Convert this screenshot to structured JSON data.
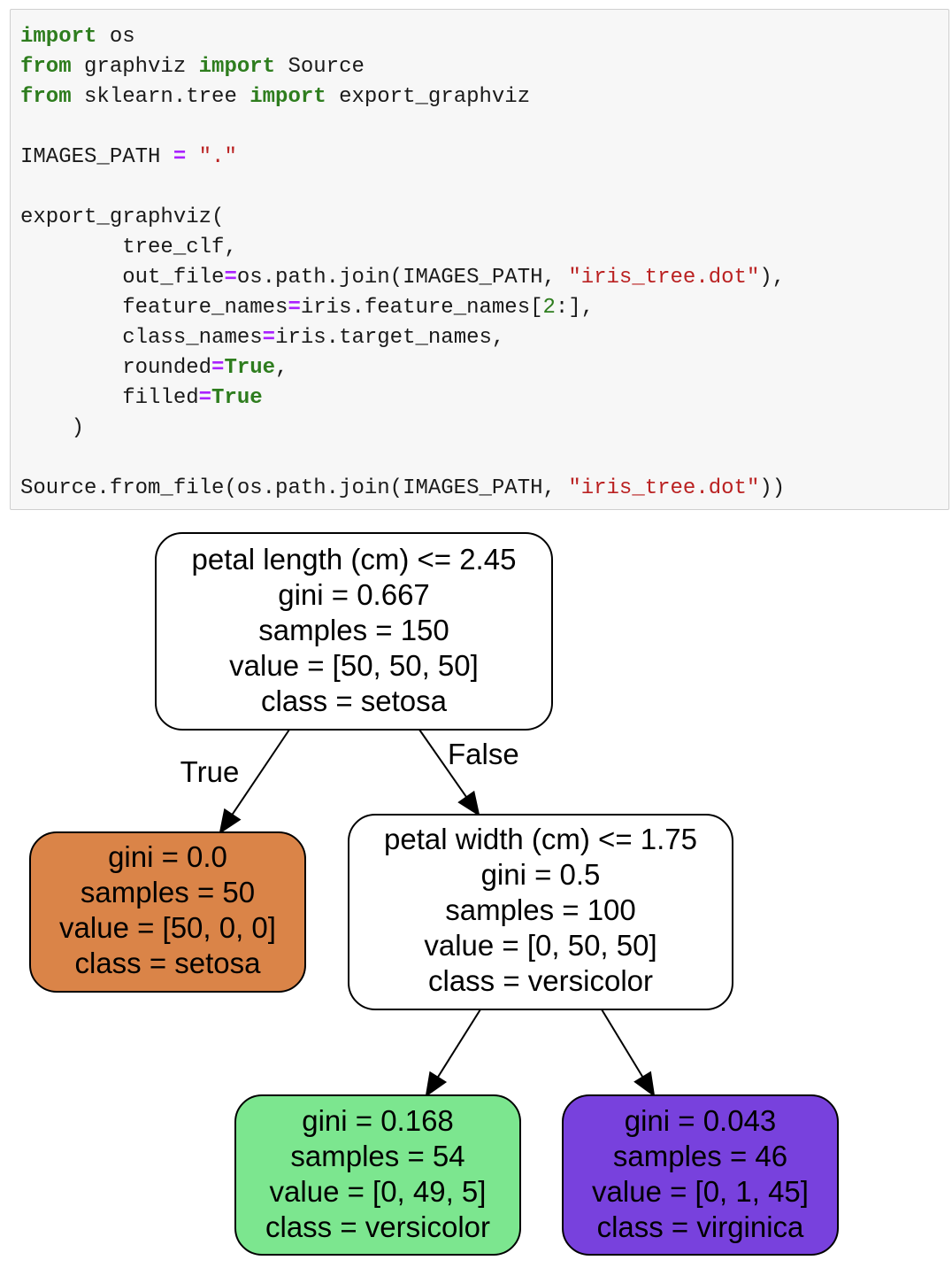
{
  "code_cell": {
    "lines": [
      [
        {
          "t": "kw",
          "v": "import"
        },
        {
          "t": "plain",
          "v": " os"
        }
      ],
      [
        {
          "t": "kw",
          "v": "from"
        },
        {
          "t": "plain",
          "v": " graphviz "
        },
        {
          "t": "kw",
          "v": "import"
        },
        {
          "t": "plain",
          "v": " Source"
        }
      ],
      [
        {
          "t": "kw",
          "v": "from"
        },
        {
          "t": "plain",
          "v": " sklearn.tree "
        },
        {
          "t": "kw",
          "v": "import"
        },
        {
          "t": "plain",
          "v": " export_graphviz"
        }
      ],
      [],
      [
        {
          "t": "plain",
          "v": "IMAGES_PATH "
        },
        {
          "t": "op",
          "v": "="
        },
        {
          "t": "plain",
          "v": " "
        },
        {
          "t": "str",
          "v": "\".\""
        }
      ],
      [],
      [
        {
          "t": "plain",
          "v": "export_graphviz("
        }
      ],
      [
        {
          "t": "plain",
          "v": "        tree_clf,"
        }
      ],
      [
        {
          "t": "plain",
          "v": "        out_file"
        },
        {
          "t": "op",
          "v": "="
        },
        {
          "t": "plain",
          "v": "os.path.join(IMAGES_PATH, "
        },
        {
          "t": "str",
          "v": "\"iris_tree.dot\""
        },
        {
          "t": "plain",
          "v": "),"
        }
      ],
      [
        {
          "t": "plain",
          "v": "        feature_names"
        },
        {
          "t": "op",
          "v": "="
        },
        {
          "t": "plain",
          "v": "iris.feature_names["
        },
        {
          "t": "num",
          "v": "2"
        },
        {
          "t": "plain",
          "v": ":],"
        }
      ],
      [
        {
          "t": "plain",
          "v": "        class_names"
        },
        {
          "t": "op",
          "v": "="
        },
        {
          "t": "plain",
          "v": "iris.target_names,"
        }
      ],
      [
        {
          "t": "plain",
          "v": "        rounded"
        },
        {
          "t": "op",
          "v": "="
        },
        {
          "t": "const",
          "v": "True"
        },
        {
          "t": "plain",
          "v": ","
        }
      ],
      [
        {
          "t": "plain",
          "v": "        filled"
        },
        {
          "t": "op",
          "v": "="
        },
        {
          "t": "const",
          "v": "True"
        }
      ],
      [
        {
          "t": "plain",
          "v": "    )"
        }
      ],
      [],
      [
        {
          "t": "plain",
          "v": "Source.from_file(os.path.join(IMAGES_PATH, "
        },
        {
          "t": "str",
          "v": "\"iris_tree.dot\""
        },
        {
          "t": "plain",
          "v": "))"
        }
      ]
    ]
  },
  "tree": {
    "nodes": [
      {
        "id": "root",
        "fill": "#ffffff",
        "lines": [
          "petal length (cm) <= 2.45",
          "gini = 0.667",
          "samples = 150",
          "value = [50, 50, 50]",
          "class = setosa"
        ]
      },
      {
        "id": "setosa-leaf",
        "fill": "#da8448",
        "lines": [
          "gini = 0.0",
          "samples = 50",
          "value = [50, 0, 0]",
          "class = setosa"
        ]
      },
      {
        "id": "split-petal-width",
        "fill": "#ffffff",
        "lines": [
          "petal width (cm) <= 1.75",
          "gini = 0.5",
          "samples = 100",
          "value = [0, 50, 50]",
          "class = versicolor"
        ]
      },
      {
        "id": "versicolor-leaf",
        "fill": "#7ce68f",
        "lines": [
          "gini = 0.168",
          "samples = 54",
          "value = [0, 49, 5]",
          "class = versicolor"
        ]
      },
      {
        "id": "virginica-leaf",
        "fill": "#7841dd",
        "lines": [
          "gini = 0.043",
          "samples = 46",
          "value = [0, 1, 45]",
          "class = virginica"
        ]
      }
    ],
    "edges": [
      {
        "from": "root",
        "to": "setosa-leaf",
        "label": "True"
      },
      {
        "from": "root",
        "to": "split-petal-width",
        "label": "False"
      },
      {
        "from": "split-petal-width",
        "to": "versicolor-leaf",
        "label": ""
      },
      {
        "from": "split-petal-width",
        "to": "virginica-leaf",
        "label": ""
      }
    ]
  }
}
